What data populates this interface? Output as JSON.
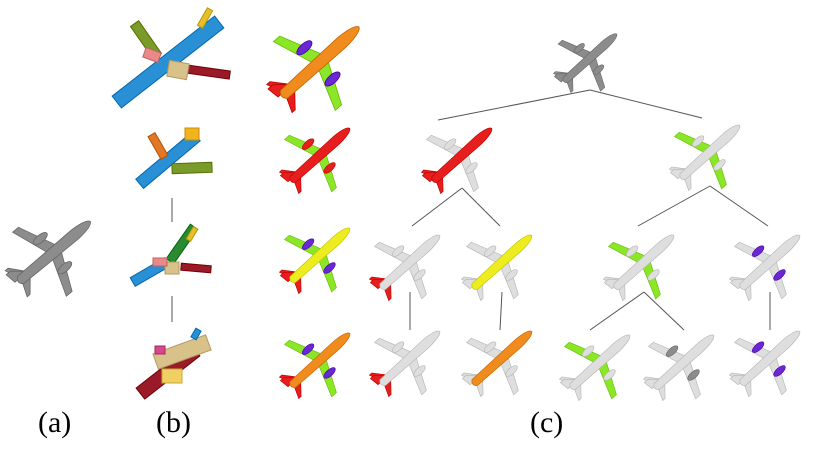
{
  "labels": {
    "a": "(a)",
    "b": "(b)",
    "c": "(c)"
  },
  "colors": {
    "whole_shape": "#8c8c8c",
    "ghost": "#dedede",
    "fuselage_full": "#f08c1e",
    "wings": "#8ce628",
    "tail": "#e61e1e",
    "fuselage_partial": "#ecec1e",
    "engine": "#6a28d2",
    "box_fuselage": "#2a90d6",
    "box_tail": "#e07828",
    "box_wing": "#7a9a2a",
    "box_engine": "#d9c28a",
    "box_misc": "#9a1a2a",
    "edge": "#555555"
  },
  "hierarchy_nodes": [
    {
      "id": "root",
      "highlight": "whole",
      "color_key": "whole_shape"
    },
    {
      "id": "n1",
      "highlight": "fuselage-tail",
      "color_key": "tail"
    },
    {
      "id": "n2",
      "highlight": "wings",
      "color_key": "wings"
    },
    {
      "id": "n11",
      "highlight": "tail",
      "color_key": "tail"
    },
    {
      "id": "n12",
      "highlight": "fuselage",
      "color_key": "fuselage_partial"
    },
    {
      "id": "n21",
      "highlight": "wings",
      "color_key": "wings"
    },
    {
      "id": "n22",
      "highlight": "engine",
      "color_key": "engine"
    },
    {
      "id": "n111",
      "highlight": "tail",
      "color_key": "tail"
    },
    {
      "id": "n121",
      "highlight": "fuselage",
      "color_key": "fuselage_full"
    },
    {
      "id": "n211",
      "highlight": "wings",
      "color_key": "wings"
    },
    {
      "id": "n212",
      "highlight": "engine",
      "color_key": "whole_shape"
    },
    {
      "id": "n221",
      "highlight": "engine",
      "color_key": "engine"
    }
  ],
  "hierarchy_edges": [
    [
      "root",
      "n1"
    ],
    [
      "root",
      "n2"
    ],
    [
      "n1",
      "n11"
    ],
    [
      "n1",
      "n12"
    ],
    [
      "n2",
      "n21"
    ],
    [
      "n2",
      "n22"
    ],
    [
      "n11",
      "n111"
    ],
    [
      "n12",
      "n121"
    ],
    [
      "n21",
      "n211"
    ],
    [
      "n21",
      "n212"
    ],
    [
      "n22",
      "n221"
    ]
  ]
}
